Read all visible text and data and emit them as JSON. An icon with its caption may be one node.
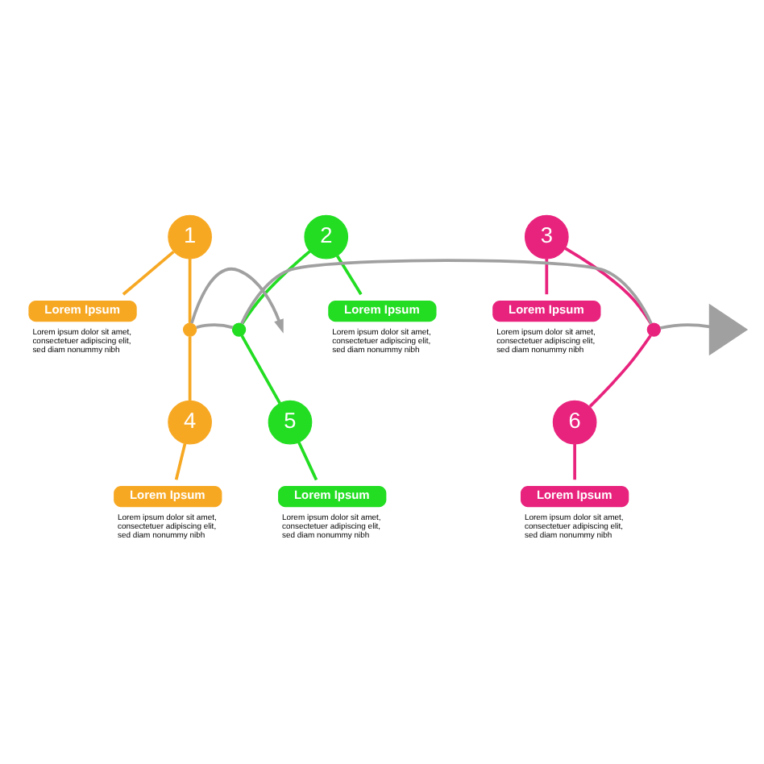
{
  "diagram": {
    "nodes": [
      {
        "text": [
          "1"
        ]
      },
      {
        "text": [
          "2"
        ]
      },
      {
        "text": [
          "3"
        ]
      },
      {
        "text": [
          "Lorem Ipsum"
        ],
        "beside": [
          "Lorem ipsum dolor sit amet, consectetuer adipiscing elit, sed diam nonummy nibh"
        ]
      },
      {
        "text": [
          "Lorem Ipsum"
        ],
        "beside": [
          "Lorem ipsum dolor sit amet, consectetuer adipiscing elit, sed diam nonummy nibh"
        ]
      },
      {
        "text": [
          "Lorem Ipsum"
        ],
        "beside": [
          "Lorem ipsum dolor sit amet, consectetuer adipiscing elit, sed diam nonummy nibh"
        ]
      },
      {
        "text": [],
        "shape": "circle"
      },
      {
        "text": [],
        "shape": "circle"
      },
      {
        "text": [],
        "shape": "circle"
      },
      {
        "text": [],
        "shape": "triangle"
      },
      {
        "text": [
          "Lorem Ipsum"
        ],
        "beside": [
          "Lorem ipsum dolor sit amet, consectetuer adipiscing elit, sed diam nonummy nibh"
        ]
      },
      {
        "text": [
          "Lorem Ipsum"
        ],
        "beside": [
          "Lorem ipsum dolor sit amet, consectetuer adipiscing elit, sed diam nonummy nibh"
        ]
      },
      {
        "text": [
          "Lorem Ipsum"
        ],
        "beside": [
          "Lorem ipsum dolor sit amet, consectetuer adipiscing elit, sed diam nonummy nibh"
        ]
      },
      {
        "text": [
          "4"
        ]
      },
      {
        "text": [
          "5"
        ]
      },
      {
        "text": [
          "6"
        ]
      }
    ],
    "edges": [
      {
        "from": 9,
        "to": 8,
        "arrow": "none",
        "color": "#a0a0a0"
      },
      {
        "from": 8,
        "to": 7,
        "arrow": "none",
        "color": "#a0a0a0"
      },
      {
        "from": 7,
        "to": 6,
        "arrow": "none",
        "color": "#a0a0a0"
      },
      {
        "from": 6,
        "to": null,
        "arrow": "to",
        "color": "#a0a0a0"
      },
      {
        "from": 0,
        "to": 6,
        "arrow": "none",
        "color": "#f7a823"
      },
      {
        "from": 1,
        "to": 7,
        "arrow": "none",
        "color": "#22dd22"
      },
      {
        "from": 2,
        "to": 8,
        "arrow": "none",
        "color": "#e8237d"
      },
      {
        "from": 0,
        "to": 3,
        "arrow": "none",
        "color": "#f7a823"
      },
      {
        "from": 1,
        "to": 4,
        "arrow": "none",
        "color": "#22dd22"
      },
      {
        "from": 2,
        "to": 5,
        "arrow": "none",
        "color": "#e8237d"
      },
      {
        "from": 6,
        "to": 13,
        "arrow": "none",
        "color": "#f7a823"
      },
      {
        "from": 7,
        "to": 14,
        "arrow": "none",
        "color": "#22dd22"
      },
      {
        "from": 8,
        "to": 15,
        "arrow": "none",
        "color": "#e8237d"
      },
      {
        "from": 13,
        "to": 10,
        "arrow": "none",
        "color": "#f7a823"
      },
      {
        "from": 14,
        "to": 11,
        "arrow": "none",
        "color": "#22dd22"
      },
      {
        "from": 15,
        "to": 12,
        "arrow": "none",
        "color": "#e8237d"
      }
    ]
  }
}
